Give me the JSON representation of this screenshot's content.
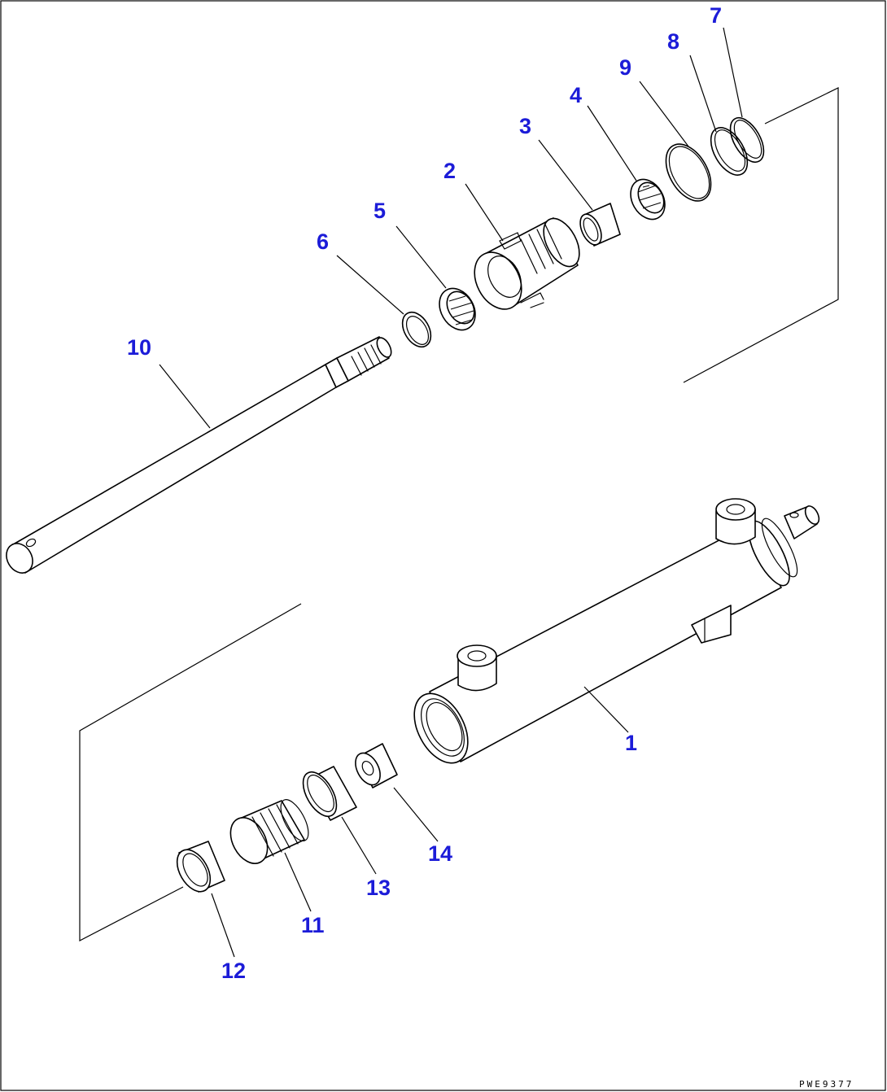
{
  "callouts": {
    "p1": "1",
    "p2": "2",
    "p3": "3",
    "p4": "4",
    "p5": "5",
    "p6": "6",
    "p7": "7",
    "p8": "8",
    "p9": "9",
    "p10": "10",
    "p11": "11",
    "p12": "12",
    "p13": "13",
    "p14": "14"
  },
  "drawing_code": "PWE9377",
  "colors": {
    "callout": "#1c1cd8",
    "line": "#000000",
    "background": "#ffffff"
  }
}
